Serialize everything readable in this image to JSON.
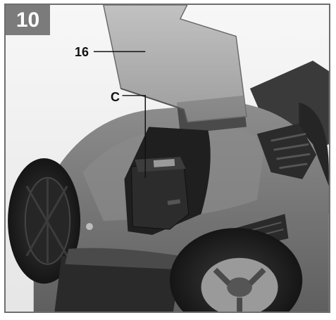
{
  "figure": {
    "step_number": "10",
    "callouts": {
      "lid": "16",
      "battery": "C"
    }
  },
  "colors": {
    "badge": "#7b7b7b",
    "frame": "#6e6e6e",
    "background": "#f2f2f2",
    "mower_body": "#7a7a7a",
    "dark_parts": "#2a2a2a"
  },
  "icons": {
    "battery_pack": "battery-icon"
  }
}
